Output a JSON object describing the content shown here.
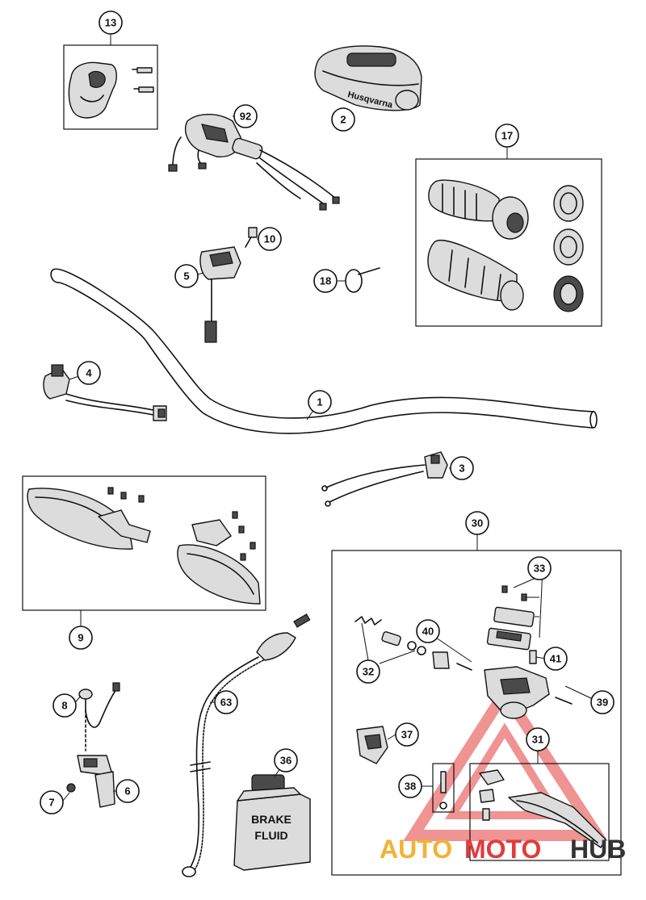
{
  "callouts": {
    "c1": "1",
    "c2": "2",
    "c3": "3",
    "c4": "4",
    "c5": "5",
    "c6": "6",
    "c7": "7",
    "c8": "8",
    "c9": "9",
    "c10": "10",
    "c13": "13",
    "c17": "17",
    "c18": "18",
    "c30": "30",
    "c31": "31",
    "c32": "32",
    "c33": "33",
    "c36": "36",
    "c37": "37",
    "c38": "38",
    "c39": "39",
    "c40": "40",
    "c41": "41",
    "c63": "63",
    "c92": "92"
  },
  "labels": {
    "pad_brand": "Husqvarna",
    "fluid_line1": "BRAKE",
    "fluid_line2": "FLUID"
  },
  "watermark": {
    "part1": "AUTO",
    "part2": "MOTO",
    "part3": "HUB",
    "color_primary": "#e23b3b",
    "color_secondary": "#f2b233",
    "color_dark": "#333333"
  }
}
